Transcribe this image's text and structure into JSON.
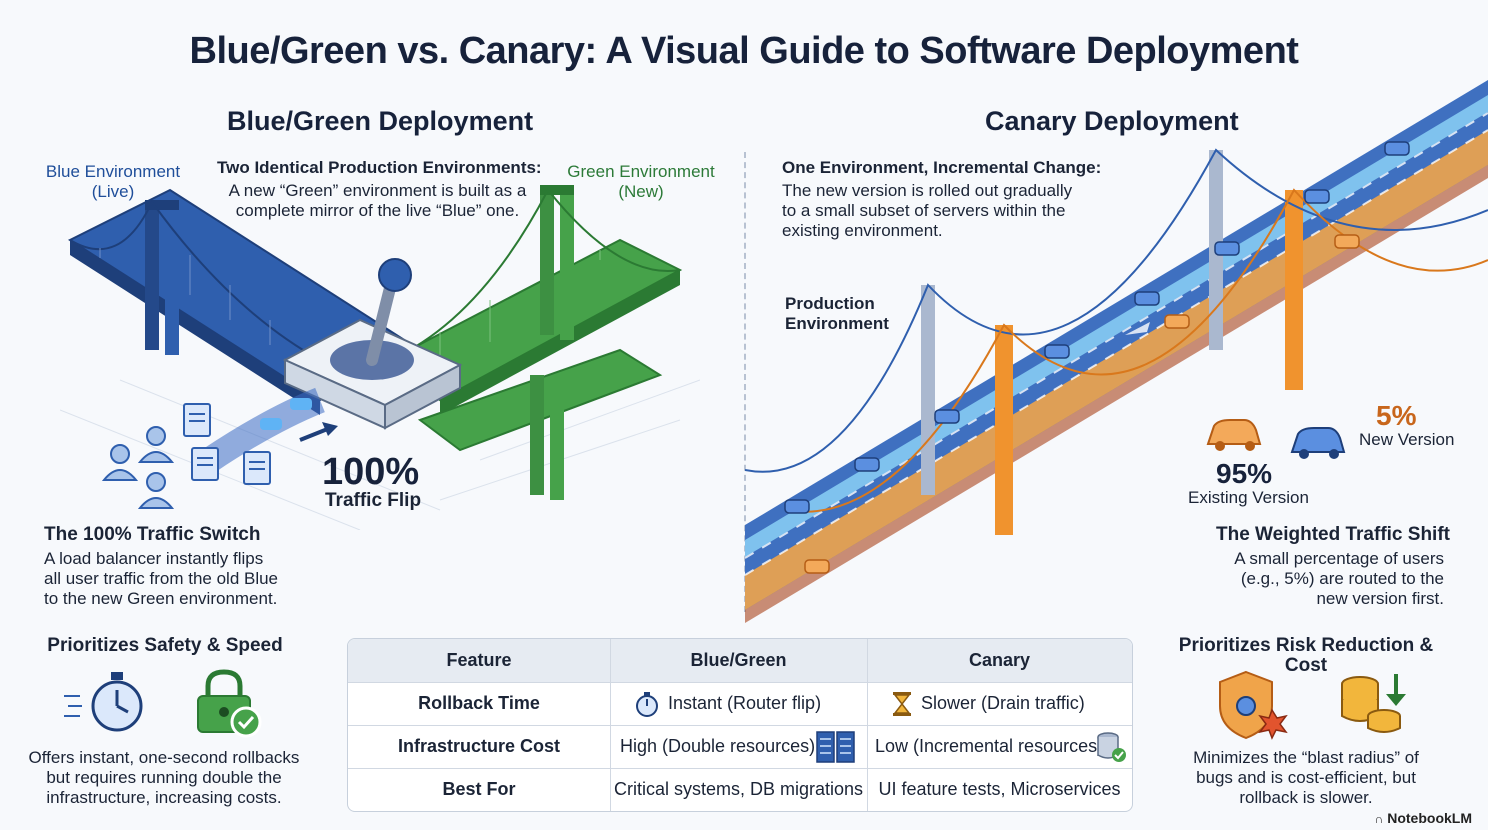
{
  "title": "Blue/Green vs. Canary: A Visual Guide to Software Deployment",
  "blue_green": {
    "title": "Blue/Green Deployment",
    "blue_env": "Blue Environment\n(Live)",
    "green_env": "Green Environment\n(New)",
    "intro_heading": "Two Identical Production Environments:",
    "intro_body": "A new “Green” environment is built as a complete mirror of the live “Blue” one.",
    "flip_value": "100%",
    "flip_label": "Traffic Flip",
    "switch_heading": "The 100% Traffic Switch",
    "switch_body": "A load balancer instantly flips all user traffic from the old Blue to the new Green environment.",
    "priority_heading": "Prioritizes Safety & Speed",
    "priority_body": "Offers instant, one-second rollbacks but requires running double the infrastructure, increasing costs."
  },
  "canary": {
    "title": "Canary Deployment",
    "intro_heading": "One Environment, Incremental Change:",
    "intro_body": "The new version is rolled out gradually to a small subset of servers within the existing environment.",
    "prod_env": "Production\nEnvironment",
    "new_pct": "5%",
    "new_label": "New Version",
    "existing_pct": "95%",
    "existing_label": "Existing Version",
    "shift_heading": "The Weighted Traffic Shift",
    "shift_body": "A small percentage of users (e.g., 5%) are routed to the new version first.",
    "priority_heading": "Prioritizes Risk Reduction & Cost",
    "priority_body": "Minimizes the “blast radius” of bugs and is cost-efficient, but rollback is slower."
  },
  "table": {
    "headers": [
      "Feature",
      "Blue/Green",
      "Canary"
    ],
    "rows": [
      {
        "feature": "Rollback Time",
        "blue_green": "Instant (Router flip)",
        "canary": "Slower (Drain traffic)",
        "bg_icon": "stopwatch-icon",
        "canary_icon": "hourglass-icon"
      },
      {
        "feature": "Infrastructure Cost",
        "blue_green": "High (Double resources)",
        "canary": "Low (Incremental resources)",
        "bg_icon": "server-rack-icon",
        "canary_icon": "database-check-icon"
      },
      {
        "feature": "Best For",
        "blue_green": "Critical systems, DB migrations",
        "canary": "UI feature tests, Microservices"
      }
    ]
  },
  "watermark": "NotebookLM",
  "colors": {
    "blue": "#2f5fae",
    "green": "#46a24a",
    "orange": "#f0932e",
    "dark": "#17223b"
  }
}
